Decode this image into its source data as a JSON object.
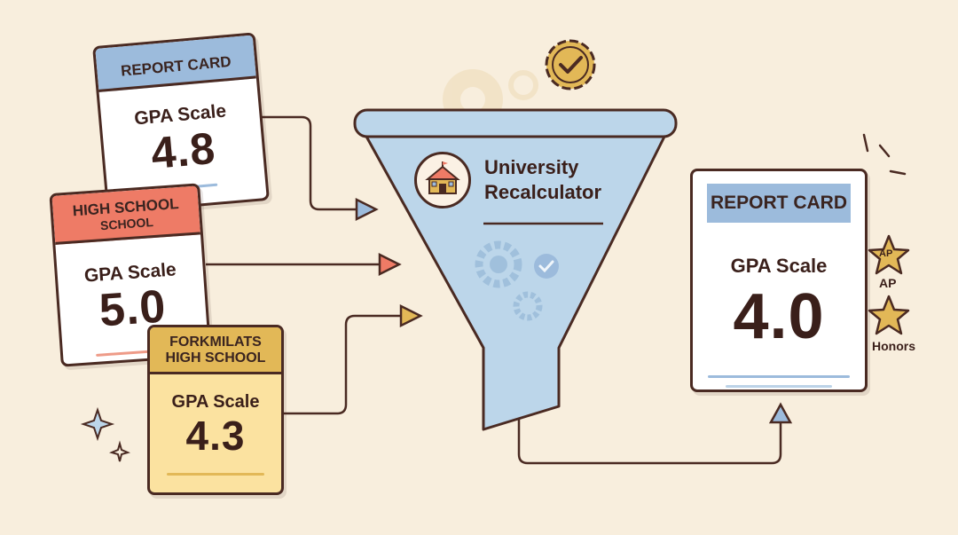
{
  "input_cards": [
    {
      "header": "REPORT CARD",
      "subheader": "",
      "gpa_label": "GPA Scale",
      "gpa_value": "4.8"
    },
    {
      "header": "HIGH SCHOOL",
      "subheader": "SCHOOL",
      "gpa_label": "GPA Scale",
      "gpa_value": "5.0"
    },
    {
      "header": "FORKMILATS",
      "subheader": "HIGH SCHOOL",
      "gpa_label": "GPA Scale",
      "gpa_value": "4.3"
    }
  ],
  "funnel": {
    "title_line1": "University",
    "title_line2": "Recalculator",
    "icon": "school-building-icon"
  },
  "output_card": {
    "header": "REPORT CARD",
    "gpa_label": "GPA Scale",
    "gpa_value": "4.0"
  },
  "badges": [
    {
      "star_text": "AP",
      "caption": "AP"
    },
    {
      "star_text": "",
      "caption": "Honors"
    }
  ],
  "colors": {
    "background": "#f8eedd",
    "outline": "#4a2a22",
    "blue": "#9cbbdc",
    "coral": "#ee7b66",
    "gold": "#e2b857",
    "funnel": "#bcd6ea"
  }
}
